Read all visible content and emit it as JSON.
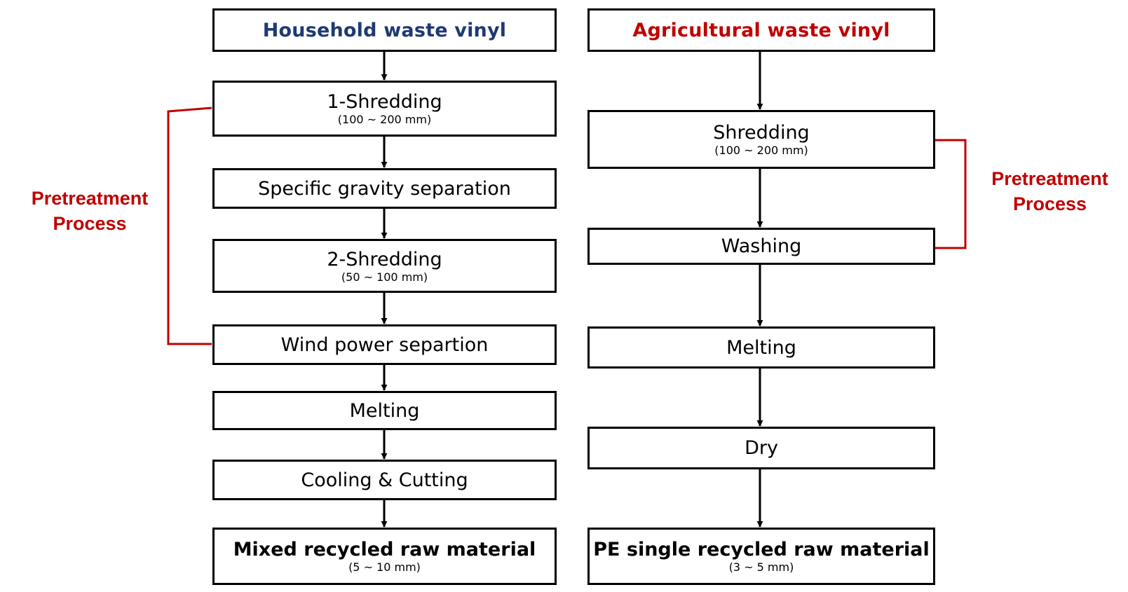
{
  "colors": {
    "household": "#1f3a73",
    "agricultural": "#c00000",
    "pretreatment": "#c00000",
    "line": "#000000"
  },
  "left": {
    "title": "Household waste vinyl",
    "steps": [
      {
        "label": "1-Shredding",
        "detail": "(100 ~ 200 mm)"
      },
      {
        "label": "Specific gravity separation",
        "detail": ""
      },
      {
        "label": "2-Shredding",
        "detail": "(50 ~ 100 mm)"
      },
      {
        "label": "Wind power separtion",
        "detail": ""
      },
      {
        "label": "Melting",
        "detail": ""
      },
      {
        "label": "Cooling & Cutting",
        "detail": ""
      }
    ],
    "result": {
      "label": "Mixed recycled raw material",
      "detail": "(5 ~ 10 mm)"
    },
    "bracket": {
      "line1": "Pretreatment",
      "line2": "Process"
    }
  },
  "right": {
    "title": "Agricultural waste vinyl",
    "steps": [
      {
        "label": "Shredding",
        "detail": "(100 ~ 200 mm)"
      },
      {
        "label": "Washing",
        "detail": ""
      },
      {
        "label": "Melting",
        "detail": ""
      },
      {
        "label": "Dry",
        "detail": ""
      }
    ],
    "result": {
      "label": "PE single recycled raw material",
      "detail": "(3 ~ 5 mm)"
    },
    "bracket": {
      "line1": "Pretreatment",
      "line2": "Process"
    }
  }
}
